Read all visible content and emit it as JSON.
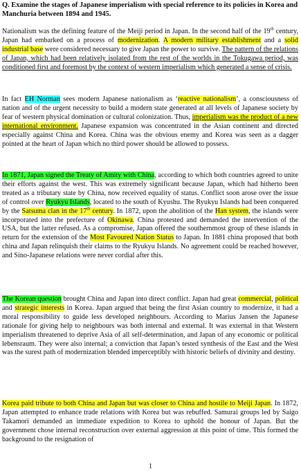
{
  "question": "Q. Examine the stages of Japanese imperialism with special reference to its policies in Korea and Manchuria between 1894 and 1945.",
  "p1": {
    "t1": "Nationalism was the defining feature of the Meiji period in Japan. In the second half of the 19",
    "sup": "th",
    "t2": " century, Japan had embarked on a process of ",
    "h1": "modernization",
    "t3": ". ",
    "h2": "A modern military establishment",
    "t4": " and a ",
    "h3": "solid industrial base",
    "t5": " were considered necessary to give Japan the power to survive. ",
    "u1": "The pattern of the relations of Japan, which had been relatively isolated from the rest of the worlds in the Tokugawa period, was conditioned first and foremost by the context of western imperialism which generated a sense of crisis."
  },
  "p2": {
    "t1": "In fact ",
    "h1": "EH Norman",
    "t2": " sees modern Japanese nationalism as ‘",
    "h2": "reactive nationalism",
    "t3": "’, a consciousness of nation and of the urgent necessity to build a modern state generated at all levels of Japanese society by fear of western physical domination or cultural colonization. Thus, ",
    "u1": "imperialism was the product of a new international environment.",
    "t4": " Japanese expansion was concentrated in the Asian continent and directed especially against China and Korea. China was the obvious enemy and Korea was seen as a dagger pointed at the heart of Japan which no third power should be allowed to possess."
  },
  "p3": {
    "h1": "In 1871, Japan signed the Treaty of Amity with China",
    "t1": ", according to which both countries agreed to unite their efforts against the west. This was extremely significant because Japan, which had hitherto been treated as a tributary state by China, now received equality of status. Conflict soon arose over the issue of control over ",
    "h2": "Ryukyu Islands",
    "t2": ", located to the south of Kyushu. The Ryukyu Islands had been conquered by the ",
    "h3a": "Satsuma clan in the 17",
    "sup": "th",
    "h3b": " century",
    "t3": ". In 1872, upon the abolition of the ",
    "h4": "Han system",
    "t4": ", the islands were incorporated into the prefecture of ",
    "h5": "Okinawa",
    "t5": ". China protested and demanded the intervention of the USA, but the latter refused. As a compromise, Japan offered the southernmost group of these islands in return for the extension of the ",
    "h6": "Most Favoured Nation Status",
    "t6": " to Japan. In 1881 china proposed that both china and Japan relinquish their claims to the Ryukyu Islands. No agreement could be reached however, and Sino-Japanese relations were never cordial after this."
  },
  "p4": {
    "h1": "The Korean question",
    "t1": " brought China and Japan into direct conflict. Japan had great ",
    "h2": "commercial",
    "t2": ", ",
    "h3": "political",
    "t3": " and ",
    "h4": "strategic interests",
    "t4": " in Korea. Japan argued that being the first Asian country to modernize, it had a moral responsibility to guide less developed neighbours. According to Marius Jansen the Japanese rationale for giving help to neighbours was both internal and external. It was external in that Western imperialism threatened to deprive Asia of all self-determination, and Japan of any economic or political lebensraum. They were also internal; a conviction that Japan’s tested synthesis of the East and the West was the surest path of modernization blended imperceptibly with historic beliefs of divinity and destiny."
  },
  "p5": {
    "h1": "Korea paid tribute to both China and Japan but was closer to China and hostile to Meiji Japan",
    "t1": ". In 1872, Japan attempted to enhance trade relations with Korea but was rebuffed. Samurai groups led by Saigo Takamori demanded an immediate expedition to Korea to uphold the honour of Japan. But the government chose internal reconstruction over external aggression at this point of time. This formed the background to the resignation of"
  },
  "page_number": "1",
  "colors": {
    "yellow": "#ffff33",
    "cyan": "#33ffff",
    "green": "#33ff33"
  }
}
